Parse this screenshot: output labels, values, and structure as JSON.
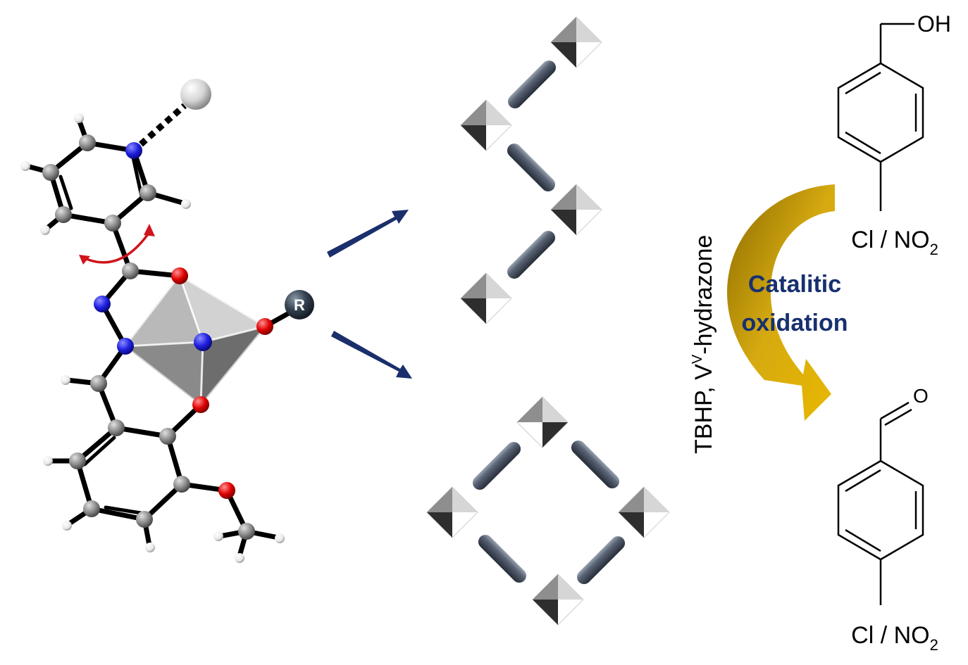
{
  "molecule": {
    "metal_substituent_label": "R"
  },
  "oxidation": {
    "conditions_prefix": "TBHP, V",
    "conditions_superscript": "V",
    "conditions_suffix": "-hydrazone",
    "arrow_label_line1": "Catalitic",
    "arrow_label_line2": "oxidation",
    "reactant_top_group": "OH",
    "reactant_para_prefix": "Cl / NO",
    "reactant_para_subscript": "2",
    "product_top_group": "O",
    "product_para_prefix": "Cl / NO",
    "product_para_subscript": "2"
  },
  "colors": {
    "bond": "#000000",
    "carbon": "#7a7a7a",
    "nitrogen": "#1f1fe0",
    "oxygen": "#e00000",
    "hydrogen": "#f2f2f2",
    "metal_ball": "#d8d8d8",
    "octahedron": "#9c9c9c",
    "r_ball": "#33404f",
    "process_arrow": "#1a2f6b",
    "rod": "#4b5563",
    "catalytic_arrow": "#c9a00a",
    "catalytic_text": "#17306f",
    "rotation_arrow": "#d0151c"
  }
}
